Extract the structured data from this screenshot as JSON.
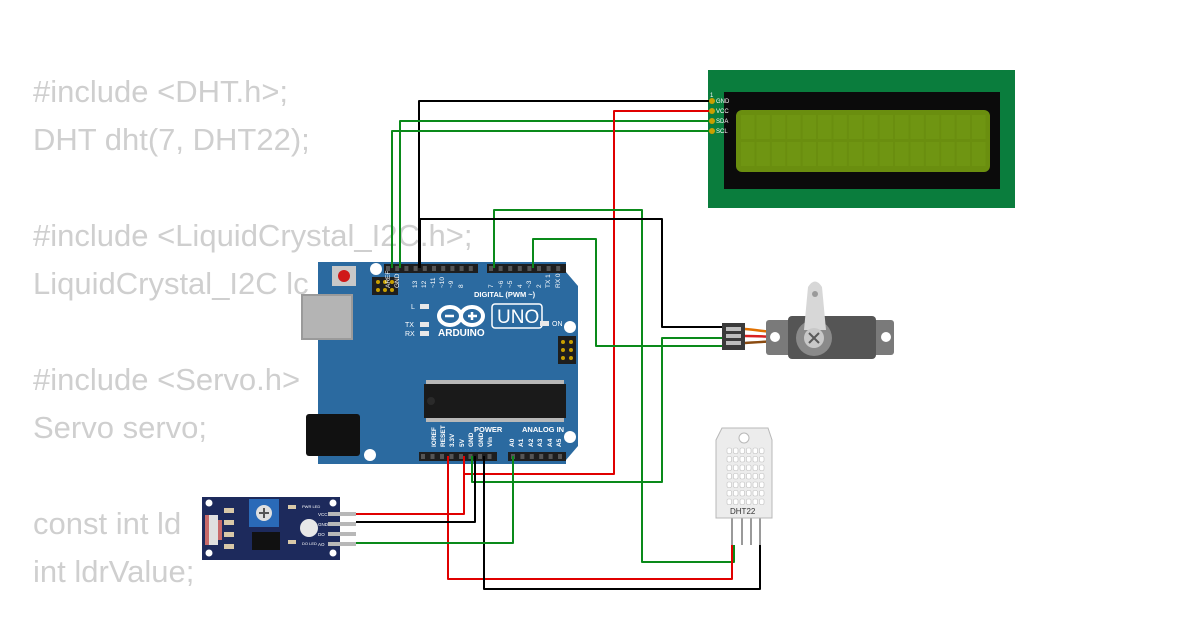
{
  "code_lines": [
    "#include <DHT.h>;",
    "DHT dht(7, DHT22);",
    "",
    "#include <LiquidCrystal_I2C.h>;",
    "LiquidCrystal_I2C lc",
    "",
    "#include <Servo.h>",
    "Servo servo;",
    "",
    "const int ld",
    "int ldrValue;"
  ],
  "arduino": {
    "brand": "ARDUINO",
    "model": "UNO",
    "digital_label": "DIGITAL (PWM ~)",
    "power_label": "POWER",
    "analog_label": "ANALOG IN",
    "on_label": "ON",
    "l_label": "L",
    "tx_label": "TX",
    "rx_label": "RX",
    "top_pins": [
      "AREF",
      "GND",
      "13",
      "12",
      "~11",
      "~10",
      "~9",
      "8",
      "7",
      "~6",
      "~5",
      "4",
      "~3",
      "2",
      "TX 1",
      "RX 0"
    ],
    "power_pins": [
      "IOREF",
      "RESET",
      "3.3V",
      "5V",
      "GND",
      "GND",
      "Vin"
    ],
    "analog_pins": [
      "A0",
      "A1",
      "A2",
      "A3",
      "A4",
      "A5"
    ]
  },
  "lcd": {
    "pin1": "1",
    "pins": [
      "GND",
      "VCC",
      "SDA",
      "SCL"
    ],
    "screen_color": "#6a8e0f",
    "pcb_color": "#0a7d3d"
  },
  "dht": {
    "label": "DHT22"
  },
  "ldr_module": {
    "pins": [
      "VCC",
      "GND",
      "DO",
      "AO"
    ],
    "led1": "PWR LED",
    "led2": "DO LED"
  },
  "colors": {
    "wire_black": "#000000",
    "wire_red": "#e00000",
    "wire_green": "#0a8a1a",
    "board_blue": "#2b6aa0"
  }
}
